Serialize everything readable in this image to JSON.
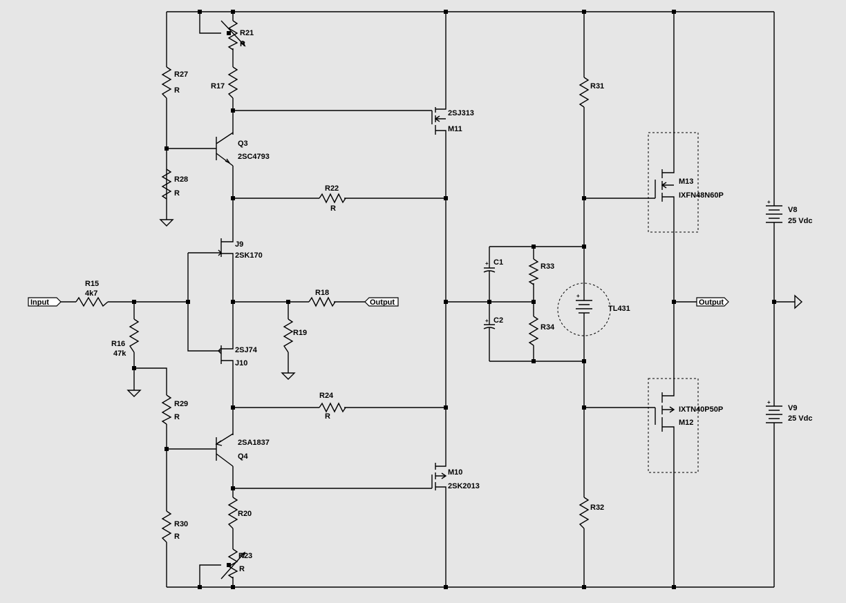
{
  "colors": {
    "background": "#e6e6e6",
    "ink": "#000000",
    "port_fill": "#ffffff"
  },
  "ports": {
    "input": "Input",
    "output_mid": "Output",
    "output_right": "Output"
  },
  "resistors": {
    "R15": {
      "name": "R15",
      "value": "4k7"
    },
    "R16": {
      "name": "R16",
      "value": "47k"
    },
    "R17": {
      "name": "R17"
    },
    "R18": {
      "name": "R18"
    },
    "R19": {
      "name": "R19"
    },
    "R20": {
      "name": "R20"
    },
    "R21": {
      "name": "R21",
      "value": "R"
    },
    "R22": {
      "name": "R22",
      "value": "R"
    },
    "R23": {
      "name": "R23",
      "value": "R"
    },
    "R24": {
      "name": "R24",
      "value": "R"
    },
    "R27": {
      "name": "R27",
      "value": "R"
    },
    "R28": {
      "name": "R28",
      "value": "R"
    },
    "R29": {
      "name": "R29",
      "value": "R"
    },
    "R30": {
      "name": "R30",
      "value": "R"
    },
    "R31": {
      "name": "R31"
    },
    "R32": {
      "name": "R32"
    },
    "R33": {
      "name": "R33"
    },
    "R34": {
      "name": "R34"
    }
  },
  "capacitors": {
    "C1": {
      "name": "C1"
    },
    "C2": {
      "name": "C2"
    }
  },
  "transistors": {
    "Q3": {
      "name": "Q3",
      "part": "2SC4793"
    },
    "Q4": {
      "name": "Q4",
      "part": "2SA1837"
    },
    "J9": {
      "name": "J9",
      "part": "2SK170"
    },
    "J10": {
      "name": "J10",
      "part": "2SJ74"
    },
    "M11": {
      "name": "M11",
      "part": "2SJ313"
    },
    "M10": {
      "name": "M10",
      "part": "2SK2013"
    },
    "M13": {
      "name": "M13",
      "part": "IXFN48N60P"
    },
    "M12": {
      "name": "M12",
      "part": "IXTN40P50P"
    }
  },
  "sources": {
    "V8": {
      "name": "V8",
      "value": "25 Vdc"
    },
    "V9": {
      "name": "V9",
      "value": "25 Vdc"
    }
  },
  "shunt_reference": {
    "name": "TL431"
  }
}
